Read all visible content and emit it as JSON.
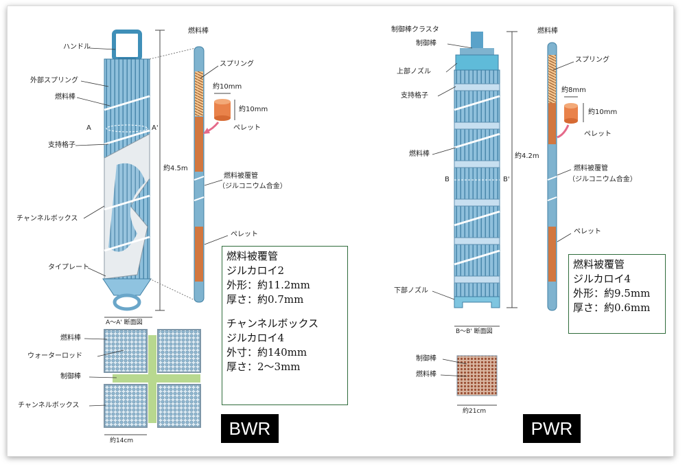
{
  "bwr": {
    "badge": "BWR",
    "labels": {
      "handle": "ハンドル",
      "outer_spring": "外部スプリング",
      "fuel_rod": "燃料棒",
      "section_a": "A",
      "section_a_prime": "A'",
      "spacer": "支持格子",
      "channel_box": "チャンネルボックス",
      "tie_plate": "タイプレート",
      "height": "約4.5m",
      "section_caption": "A～A' 断面図",
      "cs_fuel_rod": "燃料棒",
      "cs_water_rod": "ウォーターロッド",
      "cs_control_rod": "制御棒",
      "cs_channel_box": "チャンネルボックス",
      "cs_width": "約14cm"
    },
    "rod": {
      "title": "燃料棒",
      "spring": "スプリング",
      "pellet_w": "約10mm",
      "pellet_h": "約10mm",
      "pellet": "ペレット",
      "cladding": "燃料被覆管",
      "cladding_sub": "（ジルコニウム合金）",
      "pellet2": "ペレット"
    },
    "info": {
      "line1": "燃料被覆管",
      "line2": "ジルカロイ2",
      "line3": "外形：約11.2mm",
      "line4": "厚さ：約0.7mm",
      "line5": "チャンネルボックス",
      "line6": "ジルカロイ4",
      "line7": "外寸：約140mm",
      "line8": "厚さ：2〜3mm"
    }
  },
  "pwr": {
    "badge": "PWR",
    "labels": {
      "cluster": "制御棒クラスタ",
      "control_rod": "制御棒",
      "top_nozzle": "上部ノズル",
      "spacer": "支持格子",
      "fuel_rod": "燃料棒",
      "section_b": "B",
      "section_b_prime": "B'",
      "height": "約4.2m",
      "bottom_nozzle": "下部ノズル",
      "section_caption": "B～B' 断面図",
      "cs_control_rod": "制御棒",
      "cs_fuel_rod": "燃料棒",
      "cs_width": "約21cm"
    },
    "rod": {
      "title": "燃料棒",
      "spring": "スプリング",
      "pellet_w": "約8mm",
      "pellet_h": "約10mm",
      "pellet": "ペレット",
      "cladding": "燃料被覆管",
      "cladding_sub": "（ジルコニウム合金）",
      "pellet2": "ペレット"
    },
    "info": {
      "line1": "燃料被覆管",
      "line2": "ジルカロイ4",
      "line3": "外形：約9.5mm",
      "line4": "厚さ：約0.6mm"
    }
  },
  "colors": {
    "assembly": "#7fb3cf",
    "assembly_dark": "#3f7fa3",
    "pellet": "#d2773f",
    "arrow": "#e56a8a",
    "info_border": "#2e6b3a",
    "control_blade": "#b8d88f"
  }
}
